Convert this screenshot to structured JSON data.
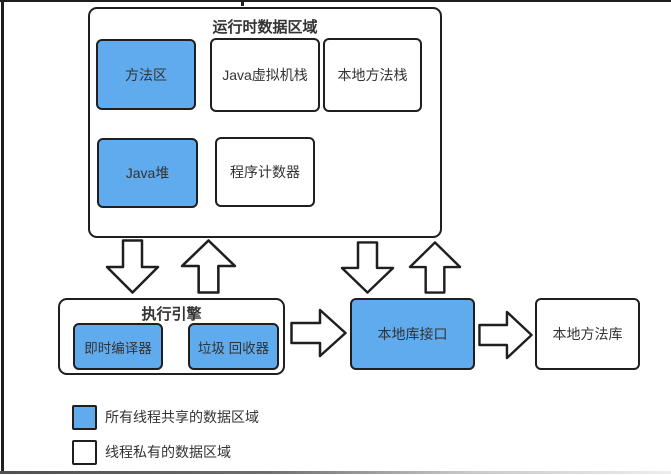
{
  "colors": {
    "shared_fill": "#60ABEE",
    "private_fill": "#ffffff",
    "border": "#1f1f1f",
    "text": "#333333"
  },
  "runtime_area": {
    "title": "运行时数据区域",
    "boxes": [
      {
        "label": "方法区",
        "shared": true
      },
      {
        "label": "Java虚拟机栈",
        "shared": false
      },
      {
        "label": "本地方法栈",
        "shared": false
      },
      {
        "label": "Java堆",
        "shared": true
      },
      {
        "label": "程序计数器",
        "shared": false
      }
    ]
  },
  "execution_engine": {
    "title": "执行引擎",
    "boxes": [
      {
        "label": "即时编译器",
        "shared": true
      },
      {
        "label": "垃圾 回收器",
        "shared": true
      }
    ]
  },
  "native_interface": {
    "label": "本地库接口",
    "shared": true
  },
  "native_library": {
    "label": "本地方法库",
    "shared": false
  },
  "legend": {
    "items": [
      {
        "label": "所有线程共享的数据区域",
        "swatch": "shared"
      },
      {
        "label": "线程私有的数据区域",
        "swatch": "private"
      }
    ]
  }
}
